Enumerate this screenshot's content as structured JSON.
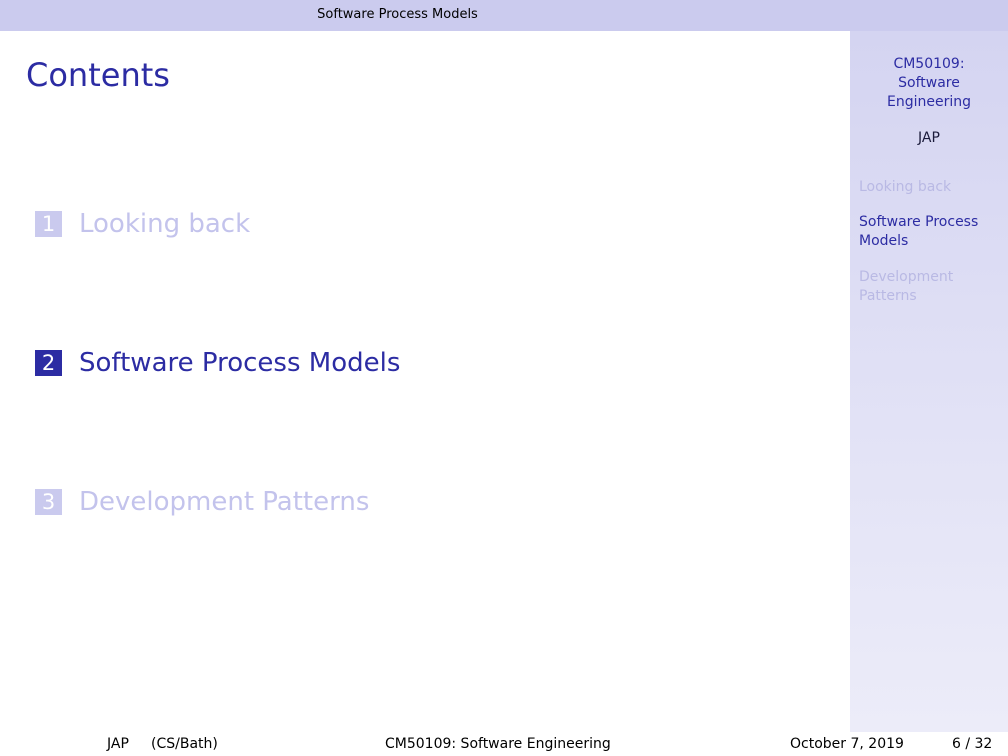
{
  "header": {
    "section_title": "Software Process Models"
  },
  "frame": {
    "title": "Contents"
  },
  "toc": {
    "items": [
      {
        "number": "1",
        "label": "Looking back",
        "state": "dimmed"
      },
      {
        "number": "2",
        "label": "Software Process Models",
        "state": "current"
      },
      {
        "number": "3",
        "label": "Development Patterns",
        "state": "dimmed"
      }
    ]
  },
  "sidebar": {
    "course_title": "CM50109: Software Engineering",
    "course_title_lines": [
      "CM50109:",
      "Software",
      "Engineering"
    ],
    "author": "JAP",
    "sections": [
      {
        "label": "Looking back",
        "state": "dimmed"
      },
      {
        "label": "Software Process Models",
        "lines": [
          "Software Process",
          "Models"
        ],
        "state": "current"
      },
      {
        "label": "Development Patterns",
        "lines": [
          "Development",
          "Patterns"
        ],
        "state": "dimmed"
      }
    ]
  },
  "footer": {
    "author": "JAP",
    "institute": "(CS/Bath)",
    "title": "CM50109: Software Engineering",
    "date": "October 7, 2019",
    "page": "6 / 32"
  },
  "colors": {
    "accent": "#2c2ca3",
    "header_bar": "#cbcbee",
    "dimmed_text": "#c3c3ec",
    "sidebar_background": "#dcdcf4"
  }
}
